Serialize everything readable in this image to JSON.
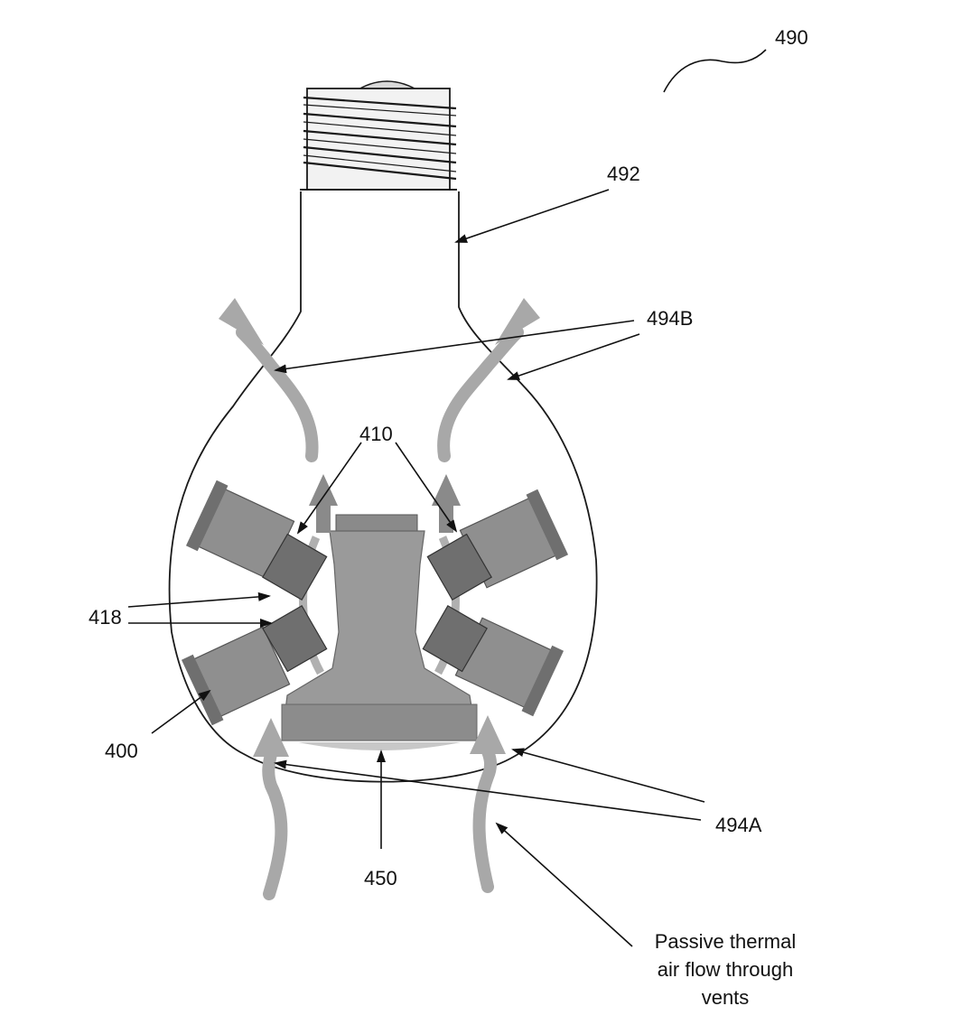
{
  "labels": {
    "ref_490": "490",
    "ref_492": "492",
    "ref_494B": "494B",
    "ref_410": "410",
    "ref_418": "418",
    "ref_400": "400",
    "ref_494A": "494A",
    "ref_450": "450"
  },
  "caption": {
    "line1": "Passive thermal",
    "line2": "air flow through",
    "line3": "vents"
  },
  "colors": {
    "outline": "#1a1a1a",
    "module_fill": "#8f8f8f",
    "module_dark": "#6f6f6f",
    "center_fill": "#9a9a9a",
    "flow_arrow": "#a8a8a8"
  }
}
